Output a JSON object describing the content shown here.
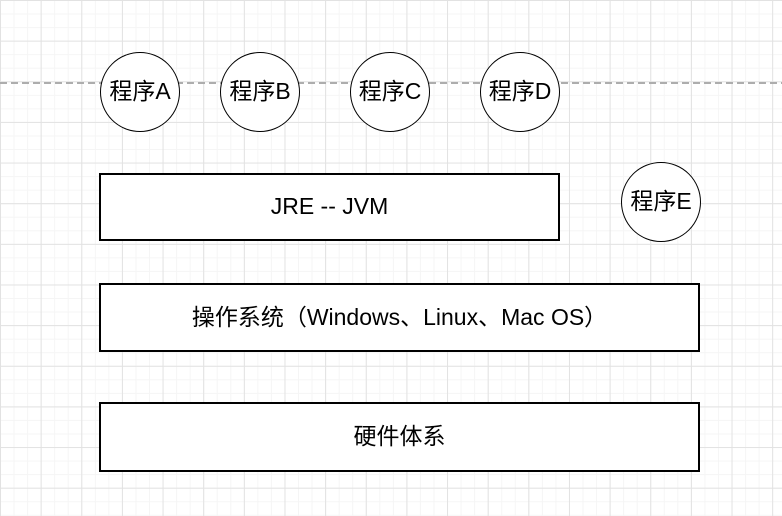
{
  "canvas": {
    "background_color": "#ffffff",
    "grid_minor_color": "#f5f5f5",
    "grid_major_color": "#e2e2e2",
    "guide_line_color": "#adadad"
  },
  "diagram": {
    "stroke_color": "#000000",
    "fill_color": "#ffffff",
    "text_color": "#000000",
    "circles": [
      {
        "label": "程序A"
      },
      {
        "label": "程序B"
      },
      {
        "label": "程序C"
      },
      {
        "label": "程序D"
      },
      {
        "label": "程序E"
      }
    ],
    "boxes": [
      {
        "label": "JRE -- JVM"
      },
      {
        "label": "操作系统（Windows、Linux、Mac OS）"
      },
      {
        "label": "硬件体系"
      }
    ]
  }
}
